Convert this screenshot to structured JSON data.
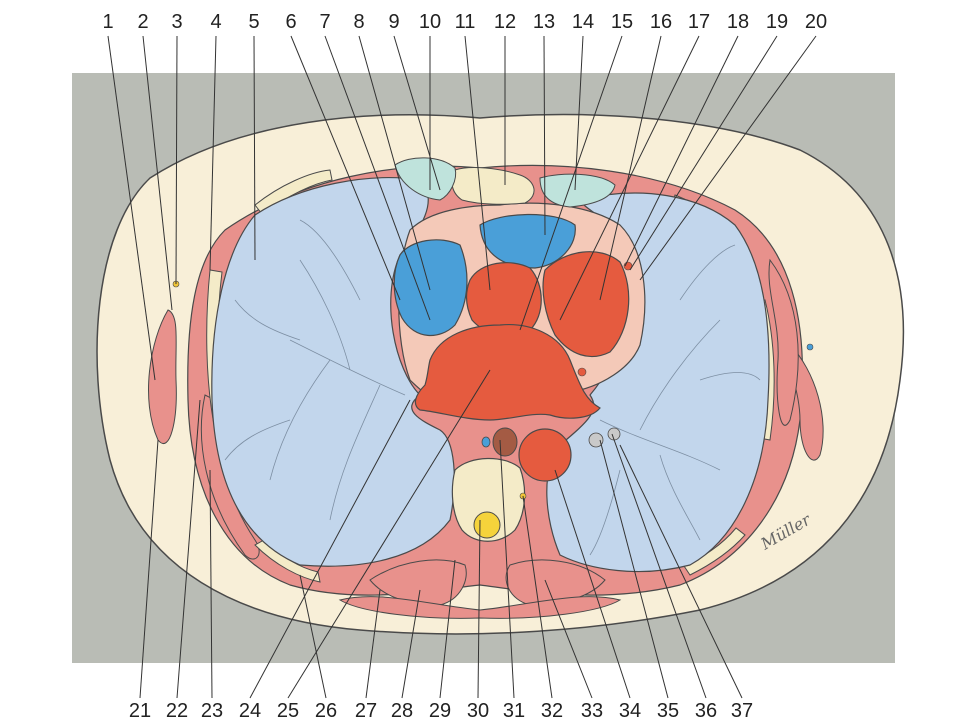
{
  "figure": {
    "top_labels": [
      "1",
      "2",
      "3",
      "4",
      "5",
      "6",
      "7",
      "8",
      "9",
      "10",
      "11",
      "12",
      "13",
      "14",
      "15",
      "16",
      "17",
      "18",
      "19",
      "20"
    ],
    "bottom_labels": [
      "21",
      "22",
      "23",
      "24",
      "25",
      "26",
      "27",
      "28",
      "29",
      "30",
      "31",
      "32",
      "33",
      "34",
      "35",
      "36",
      "37"
    ],
    "signature": "Müller"
  },
  "colors": {
    "background": "#b9bcb5",
    "skin_fat": "#f8efd8",
    "outline": "#4a4a4a",
    "muscle": "#e8918c",
    "muscle_dark": "#cf6f69",
    "lung": "#c2d6ec",
    "mediastinum": "#f4c9b8",
    "artery_red": "#e55b3f",
    "vein_blue": "#4a9fd8",
    "thymus_teal": "#bfe3dc",
    "bone": "#f4ebc8",
    "spinal_cord": "#f5d33b",
    "esophagus_brown": "#a45b44",
    "nerve_yellow": "#f0c437"
  }
}
